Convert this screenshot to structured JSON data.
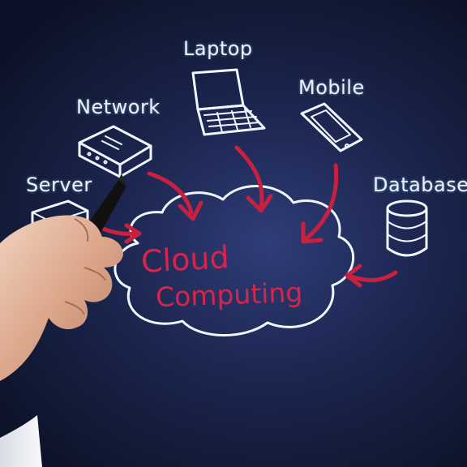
{
  "diagram": {
    "center": {
      "line1": "Cloud",
      "line2": "Computing"
    },
    "nodes": {
      "laptop": "Laptop",
      "mobile": "Mobile",
      "network": "Network",
      "server": "Server",
      "database": "Database"
    }
  },
  "colors": {
    "chalk": "#eef7ff",
    "arrow": "#c8203f",
    "cloud_text": "#d8244b",
    "board": "#1c2650"
  }
}
